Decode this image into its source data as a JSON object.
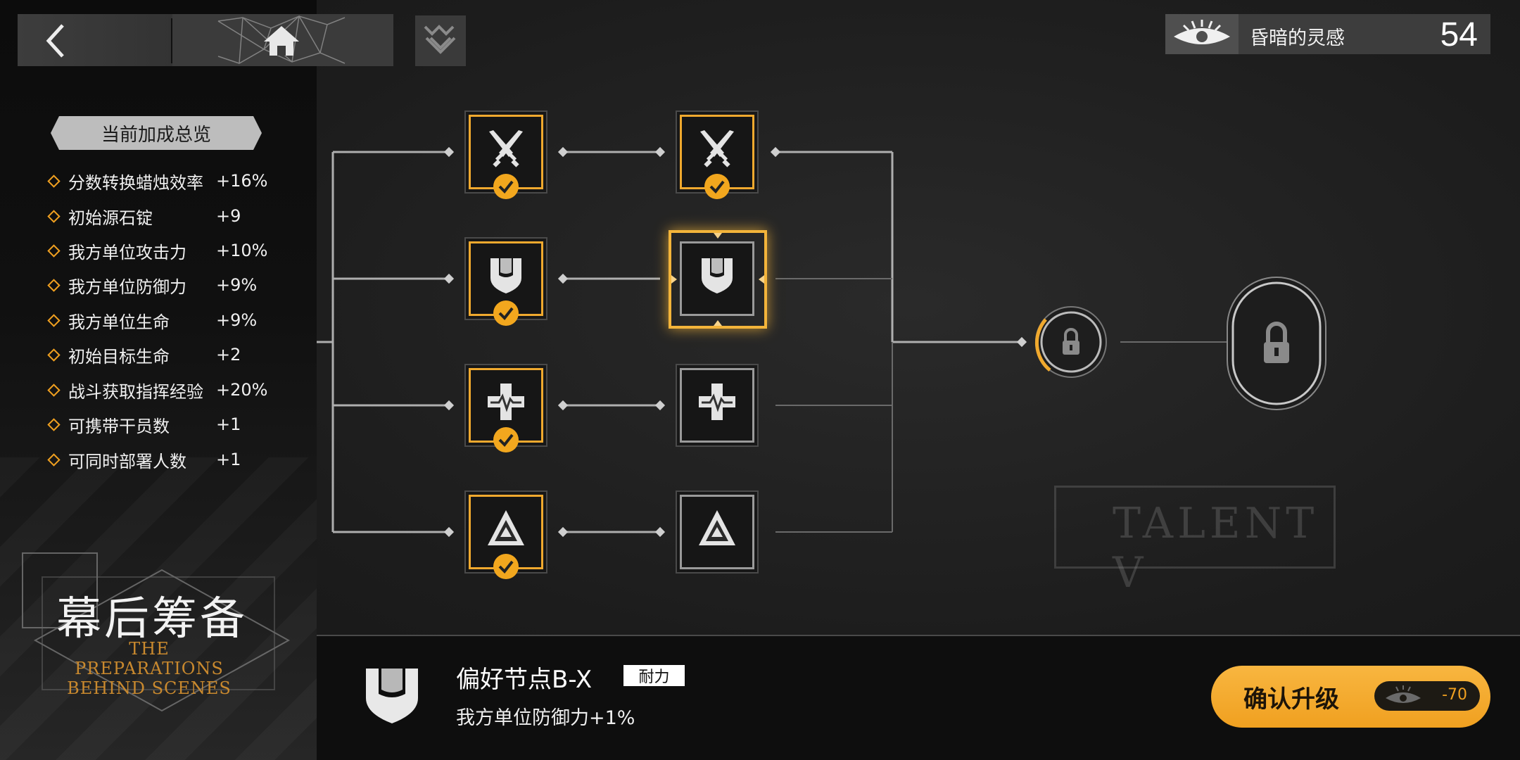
{
  "summary": {
    "title": "当前加成总览",
    "bonuses": [
      {
        "name": "分数转换蜡烛效率",
        "value": "+16%"
      },
      {
        "name": "初始源石锭",
        "value": "+9"
      },
      {
        "name": "我方单位攻击力",
        "value": "+10%"
      },
      {
        "name": "我方单位防御力",
        "value": "+9%"
      },
      {
        "name": "我方单位生命",
        "value": "+9%"
      },
      {
        "name": "初始目标生命",
        "value": "+2"
      },
      {
        "name": "战斗获取指挥经验",
        "value": "+20%"
      },
      {
        "name": "可携带干员数",
        "value": "+1"
      },
      {
        "name": "可同时部署人数",
        "value": "+1"
      }
    ]
  },
  "currency": {
    "name": "昏暗的灵感",
    "count": "54"
  },
  "page_title": {
    "cn": "幕后筹备",
    "en_line1": "THE PREPARATIONS",
    "en_line2": "BEHIND SCENES"
  },
  "watermark": "TALENT V",
  "tree": {
    "rows": [
      {
        "branch": "attack",
        "icon": "sword-icon",
        "col1": "unlocked",
        "col2": "unlocked"
      },
      {
        "branch": "defense",
        "icon": "shield-icon",
        "col1": "unlocked",
        "col2": "selected"
      },
      {
        "branch": "health",
        "icon": "medical-cross-icon",
        "col1": "unlocked",
        "col2": "available"
      },
      {
        "branch": "special",
        "icon": "triangle-eye-icon",
        "col1": "unlocked",
        "col2": "available"
      }
    ],
    "locked_nodes": [
      "lock-icon",
      "lock-icon"
    ]
  },
  "selected_node": {
    "name": "偏好节点B-X",
    "tag": "耐力",
    "description": "我方单位防御力+1%",
    "icon": "shield-icon"
  },
  "confirm": {
    "label": "确认升级",
    "cost": "-70"
  },
  "colors": {
    "accent": "#f0a92e",
    "frame_gray": "#9a9a9a",
    "button": "#f3ab2b"
  }
}
